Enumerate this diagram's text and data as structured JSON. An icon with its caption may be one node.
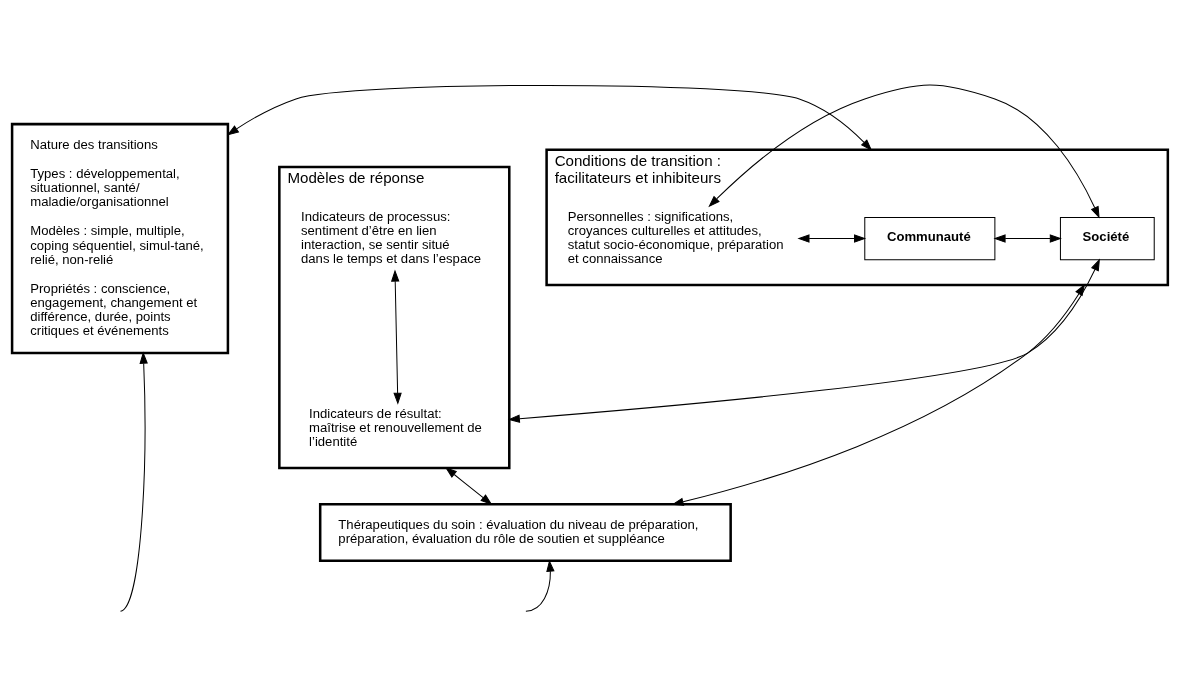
{
  "diagram": {
    "nodes": [
      {
        "text": [
          "Nature des transitions",
          "Types : développemental, situationnel, santé/ maladie/organisationnel",
          "Modèles : simple, multiple, coping séquentiel, simul-tané, relié, non-relié",
          "Propriétés : conscience, engagement, changement et différence, durée, points critiques et événements"
        ]
      },
      {
        "text": [
          "Conditions de transition : facilitateurs et inhibiteurs"
        ]
      },
      {
        "text": [
          "Personnelles : significations, croyances culturelles et attitudes, statut socio-économique, préparation et connaissance"
        ],
        "in": 1
      },
      {
        "text": [
          "Communauté"
        ],
        "in": 1
      },
      {
        "text": [
          "Société"
        ],
        "in": 1
      },
      {
        "text": [
          "Modèles de réponse"
        ]
      },
      {
        "text": [
          "Indicateurs de processus:",
          "sentiment d’être en lien interaction, se sentir situé dans le temps et dans l’espace"
        ],
        "in": 5
      },
      {
        "text": [
          "Indicateurs de résultat:",
          "maîtrise et renouvellement de l’identité"
        ],
        "in": 5
      },
      {
        "text": [
          "Thérapeutiques du soin : évaluation du niveau de préparation, préparation, évaluation du rôle de soutien et suppléance"
        ]
      }
    ],
    "edges": [
      {
        "from": 0,
        "to": 1,
        "arrow": "both"
      },
      {
        "from": 2,
        "to": 3,
        "arrow": "both"
      },
      {
        "from": 2,
        "to": 4,
        "arrow": "both"
      },
      {
        "from": 3,
        "to": 4,
        "arrow": "both"
      },
      {
        "from": 4,
        "to": 5,
        "arrow": "both"
      },
      {
        "from": 6,
        "to": 7,
        "arrow": "both"
      },
      {
        "from": 1,
        "to": 8,
        "arrow": "both"
      },
      {
        "from": 5,
        "to": 8,
        "arrow": "both"
      },
      {
        "from": null,
        "to": 8,
        "arrow": "to"
      },
      {
        "from": null,
        "to": 0,
        "arrow": "to"
      }
    ]
  }
}
